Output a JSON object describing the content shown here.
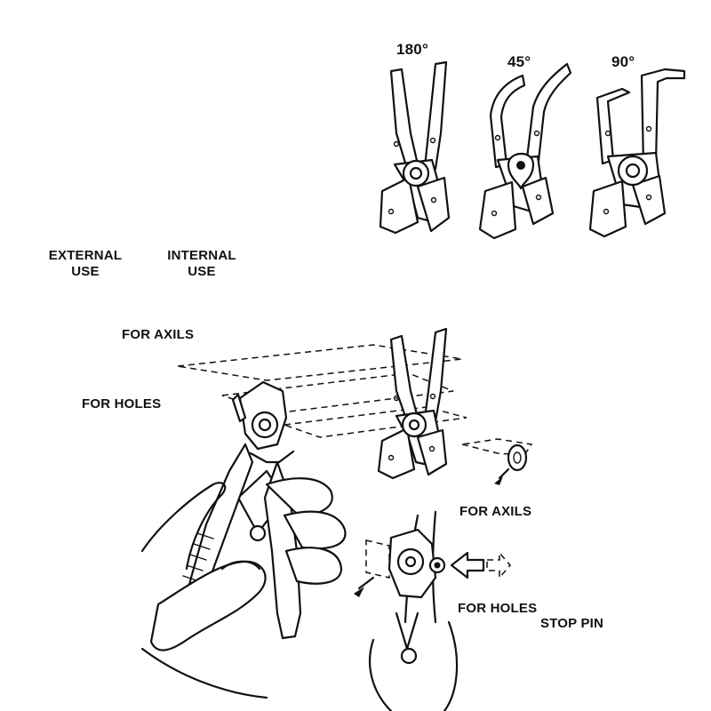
{
  "tips": {
    "t180": "180°",
    "t45": "45°",
    "t90": "90°"
  },
  "usage": {
    "external_line1": "EXTERNAL",
    "external_line2": "USE",
    "internal_line1": "INTERNAL",
    "internal_line2": "USE"
  },
  "callouts": {
    "for_axils_top": "FOR AXILS",
    "for_holes_left": "FOR HOLES",
    "for_axils_right": "FOR AXILS",
    "for_holes_right": "FOR HOLES",
    "stop_pin": "STOP PIN"
  }
}
